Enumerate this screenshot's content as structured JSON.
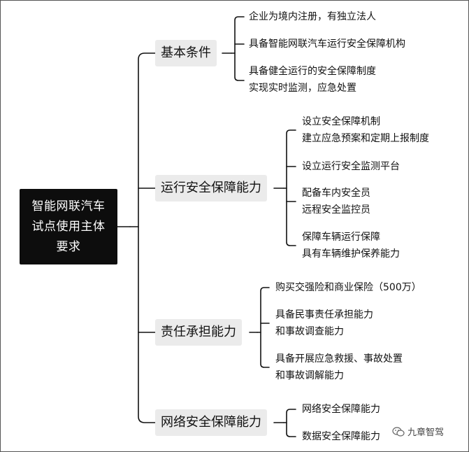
{
  "root": {
    "lines": [
      "智能网联汽车",
      "试点使用主体",
      "要求"
    ]
  },
  "categories": [
    {
      "label": "基本条件",
      "items": [
        {
          "lines": [
            "企业为境内注册，有独立法人"
          ]
        },
        {
          "lines": [
            "具备智能网联汽车运行安全保障机构"
          ]
        },
        {
          "lines": [
            "具备健全运行的安全保障制度",
            "实现实时监测，应急处置"
          ]
        }
      ]
    },
    {
      "label": "运行安全保障能力",
      "items": [
        {
          "lines": [
            "设立安全保障机制",
            "建立应急预案和定期上报制度"
          ]
        },
        {
          "lines": [
            "设立运行安全监测平台"
          ]
        },
        {
          "lines": [
            "配备车内安全员",
            "远程安全监控员"
          ]
        },
        {
          "lines": [
            "保障车辆运行保障",
            "具有车辆维护保养能力"
          ]
        }
      ]
    },
    {
      "label": "责任承担能力",
      "items": [
        {
          "lines": [
            "购买交强险和商业保险（500万）"
          ]
        },
        {
          "lines": [
            "具备民事责任承担能力",
            "和事故调查能力"
          ]
        },
        {
          "lines": [
            "具备开展应急救援、事故处置",
            "和事故调解能力"
          ]
        }
      ]
    },
    {
      "label": "网络安全保障能力",
      "items": [
        {
          "lines": [
            "网络安全保障能力"
          ]
        },
        {
          "lines": [
            "数据安全保障能力"
          ]
        }
      ]
    }
  ],
  "watermark": {
    "text": "九章智驾",
    "icon": "wechat-icon"
  }
}
